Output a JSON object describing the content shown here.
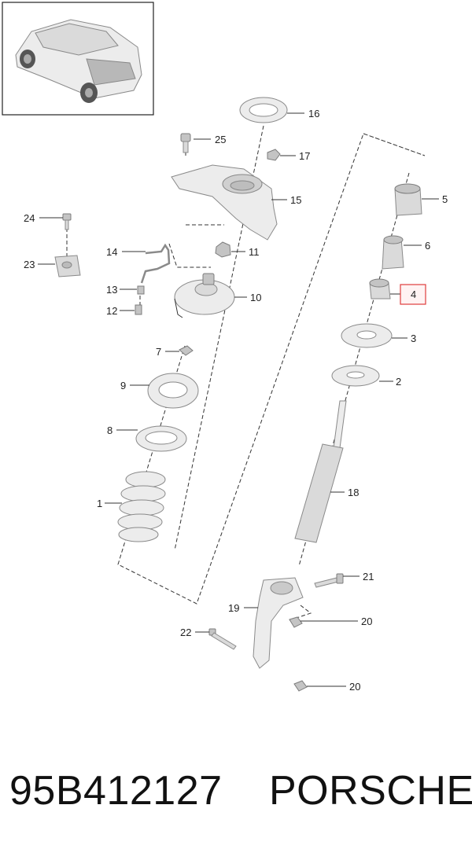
{
  "diagram": {
    "callouts": {
      "c1": "1",
      "c2": "2",
      "c3": "3",
      "c4": "4",
      "c5": "5",
      "c6": "6",
      "c7": "7",
      "c8": "8",
      "c9": "9",
      "c10": "10",
      "c11": "11",
      "c12": "12",
      "c13": "13",
      "c14": "14",
      "c15": "15",
      "c16": "16",
      "c17": "17",
      "c18": "18",
      "c19": "19",
      "c20a": "20",
      "c20b": "20",
      "c21": "21",
      "c22": "22",
      "c23": "23",
      "c24": "24",
      "c25": "25"
    },
    "highlight_color": "#e03c3c"
  },
  "footer": {
    "part_number": "95B412127",
    "brand": "PORSCHE"
  }
}
